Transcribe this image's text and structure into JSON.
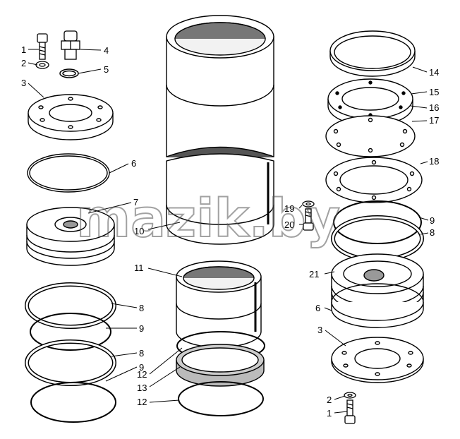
{
  "callouts": {
    "left": {
      "bolt_1": "1",
      "washer_2": "2",
      "fitting_4": "4",
      "ring_5": "5",
      "flange_3": "3",
      "ring_6": "6",
      "piston_7": "7",
      "seal_8a": "8",
      "oring_9a": "9",
      "seal_8b": "8",
      "oring_9b": "9"
    },
    "center": {
      "cylinder_10": "10",
      "bushing_11": "11",
      "oring_12a": "12",
      "guide_13": "13",
      "oring_12b": "12"
    },
    "right": {
      "ring_14": "14",
      "plate_15": "15",
      "item_16": "16",
      "plate_17": "17",
      "plate_18": "18",
      "bolt_19": "19",
      "washer_20": "20",
      "oring_9": "9",
      "seal_8": "8",
      "piston_21": "21",
      "ring_6": "6",
      "flange_3": "3",
      "washer_2": "2",
      "bolt_1": "1"
    }
  },
  "watermark": "mazik.by"
}
